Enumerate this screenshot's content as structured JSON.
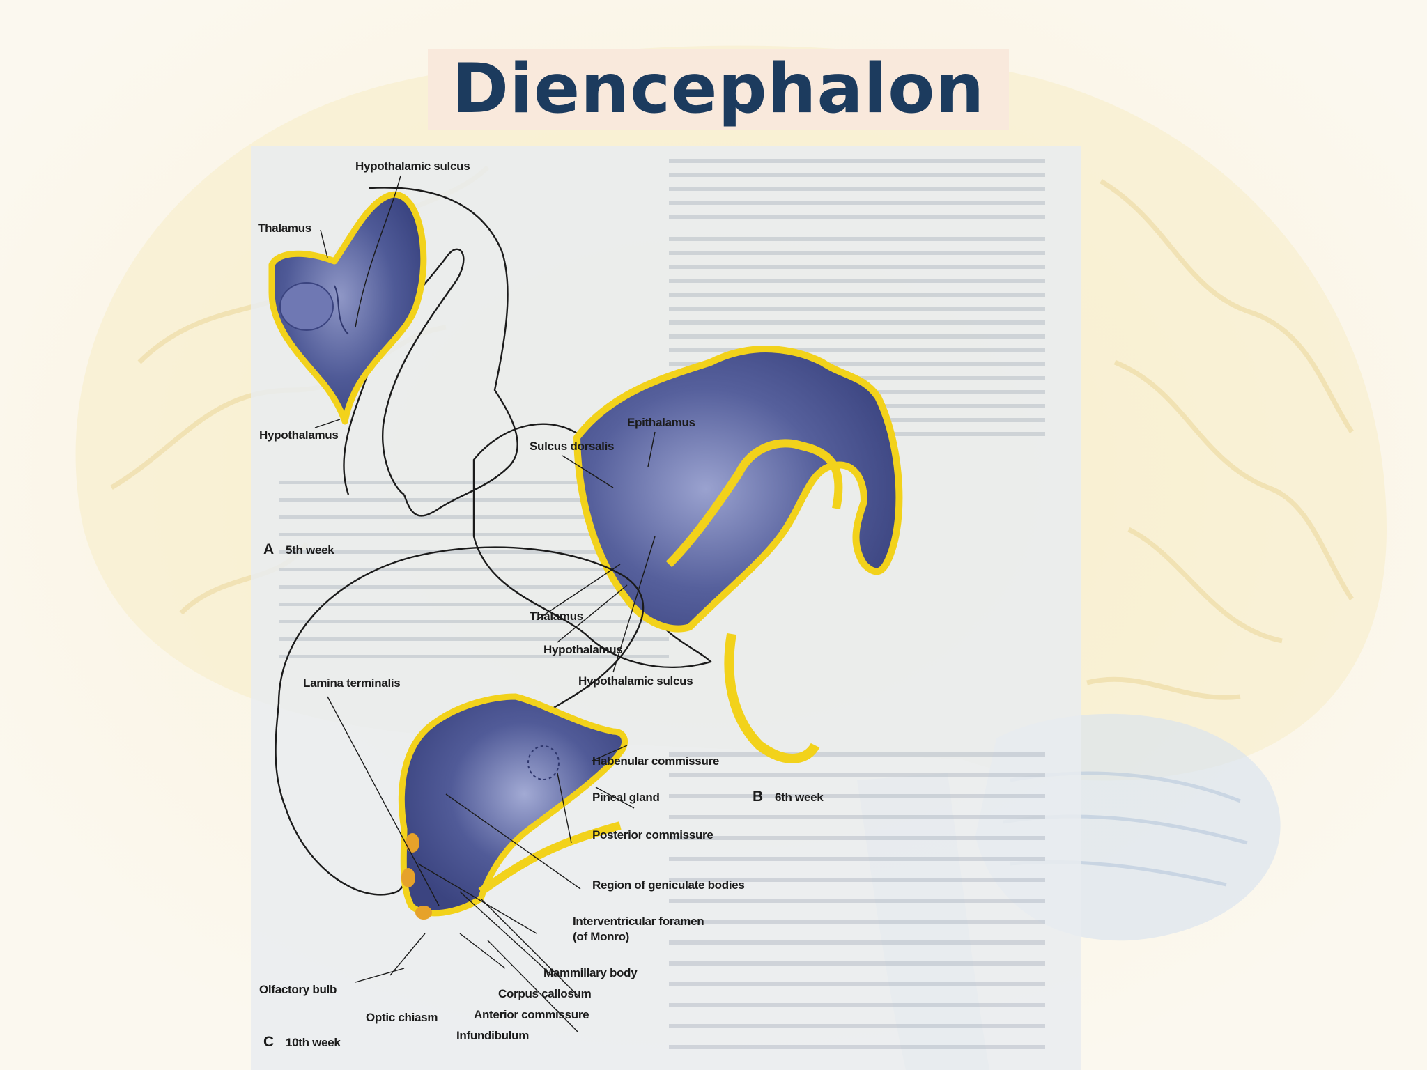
{
  "slide": {
    "title": "Diencephalon"
  },
  "figure": {
    "panels": [
      {
        "letter": "A",
        "caption": "5th week",
        "labels": [
          "Hypothalamic sulcus",
          "Thalamus",
          "Hypothalamus"
        ]
      },
      {
        "letter": "B",
        "caption": "6th week",
        "labels": [
          "Epithalamus",
          "Sulcus dorsalis",
          "Thalamus",
          "Hypothalamus",
          "Hypothalamic sulcus"
        ]
      },
      {
        "letter": "C",
        "caption": "10th week",
        "labels": [
          "Lamina terminalis",
          "Habenular commissure",
          "Pineal gland",
          "Posterior commissure",
          "Region of geniculate bodies",
          "Interventricular foramen",
          "(of Monro)",
          "Mammillary body",
          "Olfactory bulb",
          "Corpus callosum",
          "Optic chiasm",
          "Anterior commissure",
          "Infundibulum"
        ]
      }
    ]
  },
  "colors": {
    "title_text": "#1c3b5e",
    "title_box": "#f9e9dc",
    "tissue_blue": "#48528f",
    "outline_yellow": "#f2d21b"
  }
}
